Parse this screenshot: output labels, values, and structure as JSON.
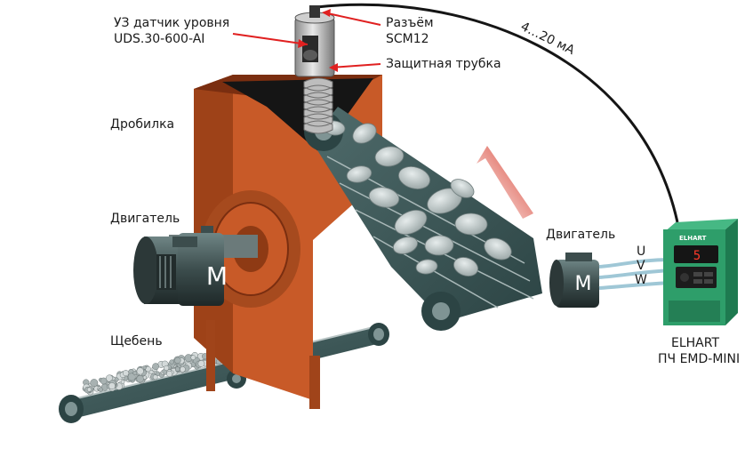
{
  "labels": {
    "sensor_line1": "УЗ датчик уровня",
    "sensor_line2": "UDS.30-600-AI",
    "connector_line1": "Разъём",
    "connector_line2": "SCM12",
    "tube": "Защитная трубка",
    "signal": "4…20 мА",
    "crusher": "Дробилка",
    "motor_left": "Двигатель",
    "motor_right": "Двигатель",
    "gravel": "Щебень",
    "phase_u": "U",
    "phase_v": "V",
    "phase_w": "W",
    "vfd_line1": "ELHART",
    "vfd_line2": "ПЧ EMD-MINI"
  },
  "motor_symbol": "M",
  "device": {
    "brand": "ELHART",
    "display": "5"
  },
  "colors": {
    "crusher": "#c85a28",
    "crusher_dark": "#8e3a14",
    "belt": "#3d5a5a",
    "vfd": "#2e9e6a",
    "arrow": "#d63a2a",
    "pointer": "#e02020"
  }
}
